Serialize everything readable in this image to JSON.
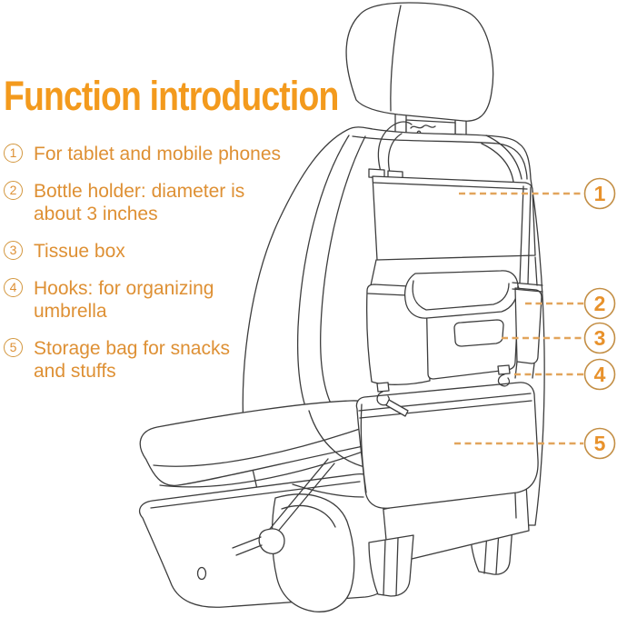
{
  "title": "Function introduction",
  "features": [
    {
      "num": "1",
      "lines": [
        "For tablet and mobile phones"
      ]
    },
    {
      "num": "2",
      "lines": [
        "Bottle holder: diameter is",
        "about 3 inches"
      ]
    },
    {
      "num": "3",
      "lines": [
        "Tissue box"
      ]
    },
    {
      "num": "4",
      "lines": [
        "Hooks: for organizing",
        "umbrella"
      ]
    },
    {
      "num": "5",
      "lines": [
        "Storage bag for snacks",
        "and stuffs"
      ]
    }
  ],
  "callouts": [
    {
      "num": "1"
    },
    {
      "num": "2"
    },
    {
      "num": "3"
    },
    {
      "num": "4"
    },
    {
      "num": "5"
    }
  ],
  "colors": {
    "title": "#F39A1D",
    "body_text": "#DE9034",
    "badge_border": "#D3973F",
    "callout_number": "#E8922C",
    "callout_circle": "#C38E44",
    "dash_line": "#E2A55C",
    "drawing_line": "#3D3D3D",
    "background": "#FFFFFF"
  }
}
